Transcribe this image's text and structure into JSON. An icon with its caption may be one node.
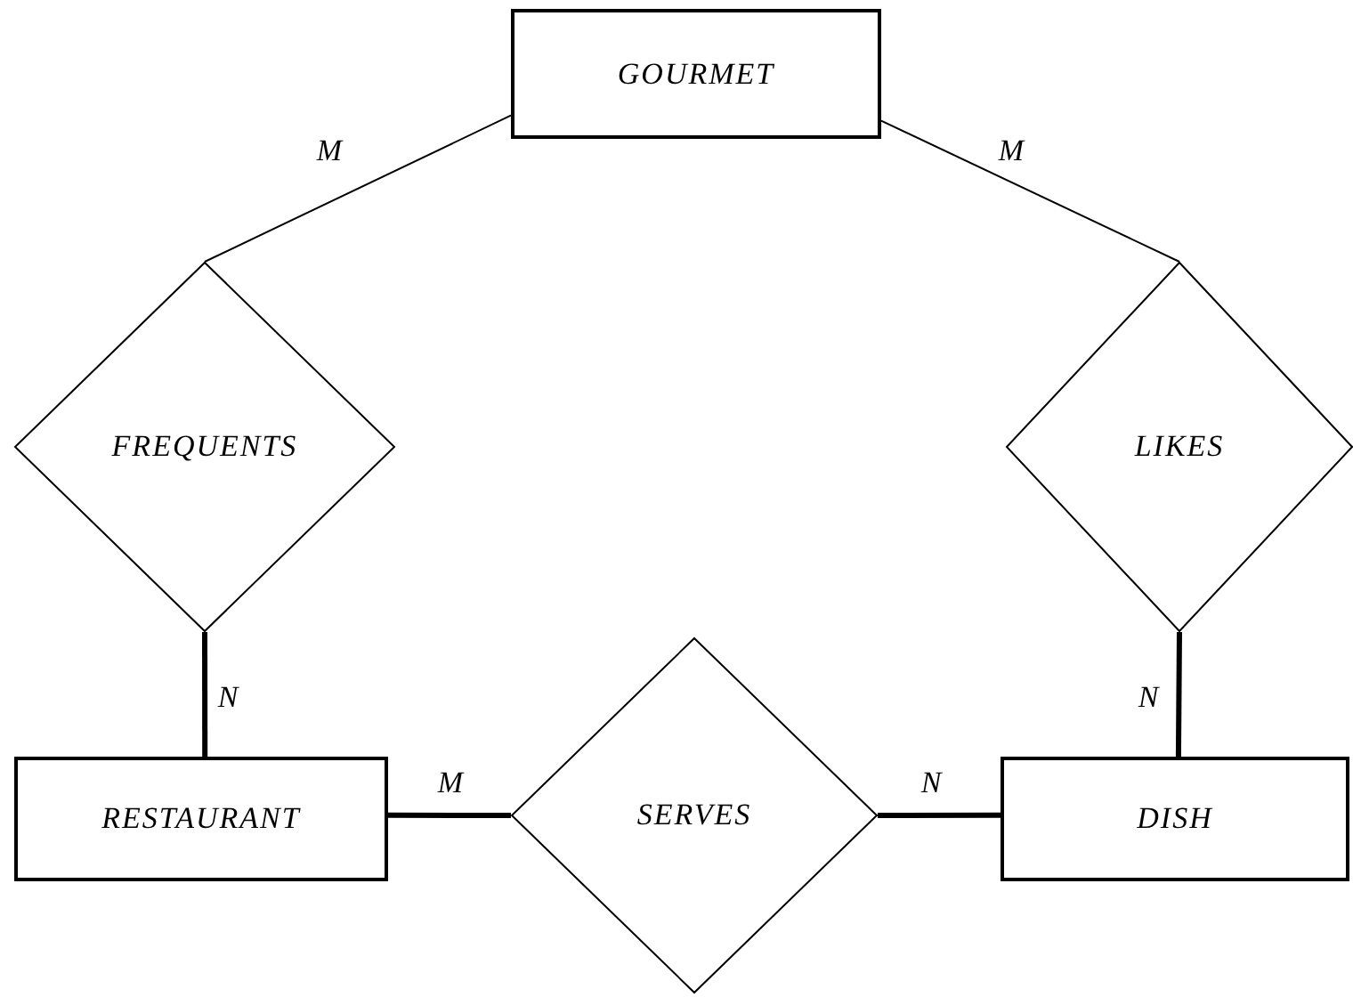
{
  "diagram": {
    "nodes": [
      {
        "text": [
          "GOURMET"
        ]
      },
      {
        "text": [
          "FREQUENTS"
        ]
      },
      {
        "text": [
          "LIKES"
        ]
      },
      {
        "text": [
          "RESTAURANT"
        ]
      },
      {
        "text": [
          "SERVES"
        ]
      },
      {
        "text": [
          "DISH"
        ]
      }
    ],
    "edges": [
      {
        "from": 0,
        "to": 1,
        "arrow": "none",
        "label": "M"
      },
      {
        "from": 0,
        "to": 2,
        "arrow": "none",
        "label": "M"
      },
      {
        "from": 1,
        "to": 3,
        "arrow": "none",
        "label": "N"
      },
      {
        "from": 2,
        "to": 5,
        "arrow": "none",
        "label": "N"
      },
      {
        "from": 3,
        "to": 4,
        "arrow": "none",
        "label": "M"
      },
      {
        "from": 4,
        "to": 5,
        "arrow": "none",
        "label": "N"
      }
    ]
  }
}
